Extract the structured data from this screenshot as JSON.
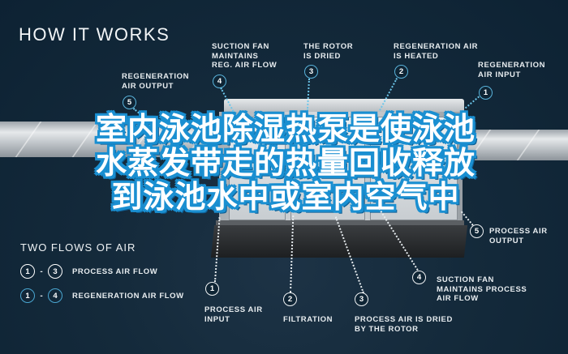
{
  "title": "HOW IT WORKS",
  "overlay_text": "室内泳池除湿热泵是使泳池水蒸发带走的热量回收释放到泳池水中或室内空气中",
  "colors": {
    "background": "#0d2233",
    "regeneration_accent": "#5ab4dc",
    "process_accent": "#f0f3f5",
    "overlay_stroke": "#1a8fd1"
  },
  "regeneration_steps": [
    {
      "number": "1",
      "label": "REGENERATION\nAIR INPUT"
    },
    {
      "number": "2",
      "label": "REGENERATION AIR\nIS HEATED"
    },
    {
      "number": "3",
      "label": "THE ROTOR\nIS DRIED"
    },
    {
      "number": "4",
      "label": "SUCTION FAN\nMAINTAINS\nREG. AIR FLOW"
    },
    {
      "number": "5",
      "label": "REGENERATION\nAIR OUTPUT"
    }
  ],
  "process_steps": [
    {
      "number": "1",
      "label": "PROCESS AIR\nINPUT"
    },
    {
      "number": "2",
      "label": "FILTRATION"
    },
    {
      "number": "3",
      "label": "PROCESS AIR IS DRIED\nBY THE ROTOR"
    },
    {
      "number": "4",
      "label": "SUCTION FAN\nMAINTAINS PROCESS\nAIR FLOW"
    },
    {
      "number": "5",
      "label": "PROCESS AIR\nOUTPUT"
    }
  ],
  "legend": {
    "title": "TWO FLOWS OF AIR",
    "items": [
      {
        "from": "1",
        "to": "3",
        "dash": "-",
        "label": "PROCESS AIR FLOW",
        "style": "white"
      },
      {
        "from": "1",
        "to": "4",
        "dash": "-",
        "label": "REGENERATION AIR FLOW",
        "style": "blue"
      }
    ]
  }
}
